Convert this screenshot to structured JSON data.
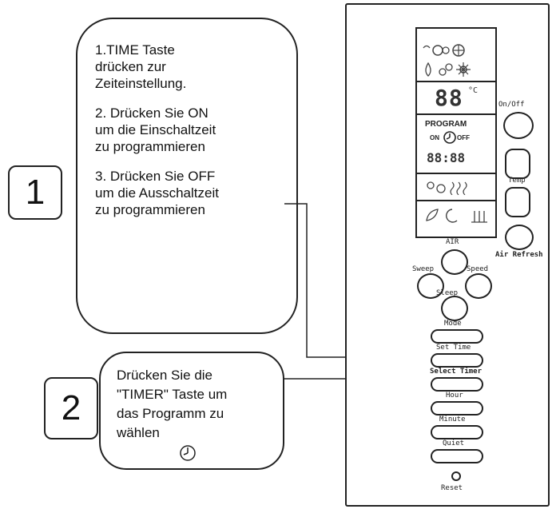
{
  "steps": {
    "one": "1",
    "two": "2"
  },
  "bubble1": {
    "p1": "1.TIME Taste\ndrücken zur\nZeiteinstellung.",
    "p2": "2. Drücken Sie ON\num die Einschaltzeit\nzu programmieren",
    "p3": "3. Drücken Sie OFF\num die Ausschaltzeit\nzu programmieren"
  },
  "bubble2": {
    "text": "Drücken Sie die\n\"TIMER\" Taste um\ndas Programm zu\nwählen"
  },
  "display": {
    "temp_digits": "88",
    "temp_unit": "°C",
    "program": "PROGRAM",
    "on": "ON",
    "off": "OFF",
    "clock_digits": "88:88"
  },
  "buttons": {
    "on_off": "On/Off",
    "temp": "Temp",
    "air_refresh": "Air Refresh",
    "air": "AIR",
    "sweep": "Sweep",
    "speed": "Speed",
    "sleep": "Sleep",
    "mode": "Mode",
    "set_time": "Set Time",
    "select_timer": "Select Timer",
    "hour": "Hour",
    "minute": "Minute",
    "quiet": "Quiet",
    "reset": "Reset"
  }
}
